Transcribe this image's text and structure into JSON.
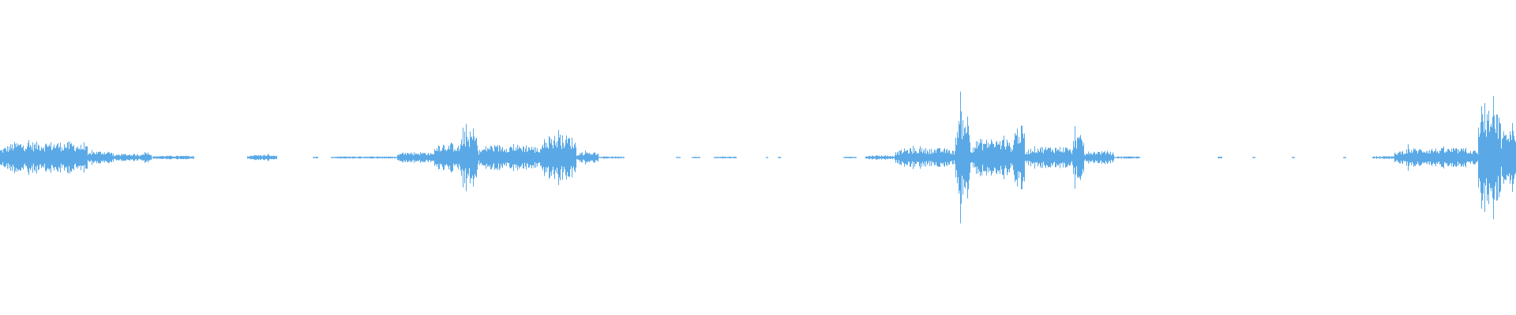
{
  "waveform": {
    "color": "#5aa9e6",
    "background": "#ffffff",
    "segments": [
      {
        "start": 0.0,
        "end": 0.058,
        "amp": 0.085,
        "burst": 0.35
      },
      {
        "start": 0.058,
        "end": 0.075,
        "amp": 0.035,
        "burst": 0.15
      },
      {
        "start": 0.075,
        "end": 0.092,
        "amp": 0.02,
        "burst": 0.1
      },
      {
        "start": 0.092,
        "end": 0.1,
        "amp": 0.03,
        "burst": 0.12
      },
      {
        "start": 0.1,
        "end": 0.128,
        "amp": 0.01,
        "burst": 0.0
      },
      {
        "start": 0.163,
        "end": 0.183,
        "amp": 0.015,
        "burst": 0.1
      },
      {
        "start": 0.206,
        "end": 0.21,
        "amp": 0.004,
        "burst": 0.0
      },
      {
        "start": 0.218,
        "end": 0.262,
        "amp": 0.006,
        "burst": 0.0
      },
      {
        "start": 0.262,
        "end": 0.286,
        "amp": 0.03,
        "burst": 0.2
      },
      {
        "start": 0.286,
        "end": 0.303,
        "amp": 0.08,
        "burst": 0.3
      },
      {
        "start": 0.303,
        "end": 0.315,
        "amp": 0.14,
        "burst": 0.4
      },
      {
        "start": 0.315,
        "end": 0.356,
        "amp": 0.07,
        "burst": 0.3
      },
      {
        "start": 0.356,
        "end": 0.38,
        "amp": 0.12,
        "burst": 0.4
      },
      {
        "start": 0.38,
        "end": 0.395,
        "amp": 0.03,
        "burst": 0.15
      },
      {
        "start": 0.395,
        "end": 0.412,
        "amp": 0.006,
        "burst": 0.0
      },
      {
        "start": 0.446,
        "end": 0.449,
        "amp": 0.004,
        "burst": 0.0
      },
      {
        "start": 0.456,
        "end": 0.462,
        "amp": 0.004,
        "burst": 0.0
      },
      {
        "start": 0.471,
        "end": 0.486,
        "amp": 0.005,
        "burst": 0.0
      },
      {
        "start": 0.505,
        "end": 0.507,
        "amp": 0.004,
        "burst": 0.0
      },
      {
        "start": 0.513,
        "end": 0.515,
        "amp": 0.004,
        "burst": 0.0
      },
      {
        "start": 0.556,
        "end": 0.565,
        "amp": 0.005,
        "burst": 0.0
      },
      {
        "start": 0.571,
        "end": 0.59,
        "amp": 0.012,
        "burst": 0.1
      },
      {
        "start": 0.59,
        "end": 0.63,
        "amp": 0.05,
        "burst": 0.3
      },
      {
        "start": 0.63,
        "end": 0.64,
        "amp": 0.24,
        "burst": 0.5
      },
      {
        "start": 0.64,
        "end": 0.668,
        "amp": 0.1,
        "burst": 0.35
      },
      {
        "start": 0.668,
        "end": 0.676,
        "amp": 0.17,
        "burst": 0.45
      },
      {
        "start": 0.676,
        "end": 0.708,
        "amp": 0.06,
        "burst": 0.35
      },
      {
        "start": 0.708,
        "end": 0.715,
        "amp": 0.12,
        "burst": 0.4
      },
      {
        "start": 0.715,
        "end": 0.735,
        "amp": 0.035,
        "burst": 0.2
      },
      {
        "start": 0.735,
        "end": 0.752,
        "amp": 0.006,
        "burst": 0.0
      },
      {
        "start": 0.803,
        "end": 0.806,
        "amp": 0.005,
        "burst": 0.0
      },
      {
        "start": 0.826,
        "end": 0.828,
        "amp": 0.004,
        "burst": 0.0
      },
      {
        "start": 0.852,
        "end": 0.854,
        "amp": 0.004,
        "burst": 0.0
      },
      {
        "start": 0.886,
        "end": 0.888,
        "amp": 0.004,
        "burst": 0.0
      },
      {
        "start": 0.905,
        "end": 0.92,
        "amp": 0.008,
        "burst": 0.05
      },
      {
        "start": 0.92,
        "end": 0.975,
        "amp": 0.05,
        "burst": 0.3
      },
      {
        "start": 0.975,
        "end": 0.99,
        "amp": 0.25,
        "burst": 0.45
      },
      {
        "start": 0.99,
        "end": 1.0,
        "amp": 0.15,
        "burst": 0.4
      }
    ]
  }
}
